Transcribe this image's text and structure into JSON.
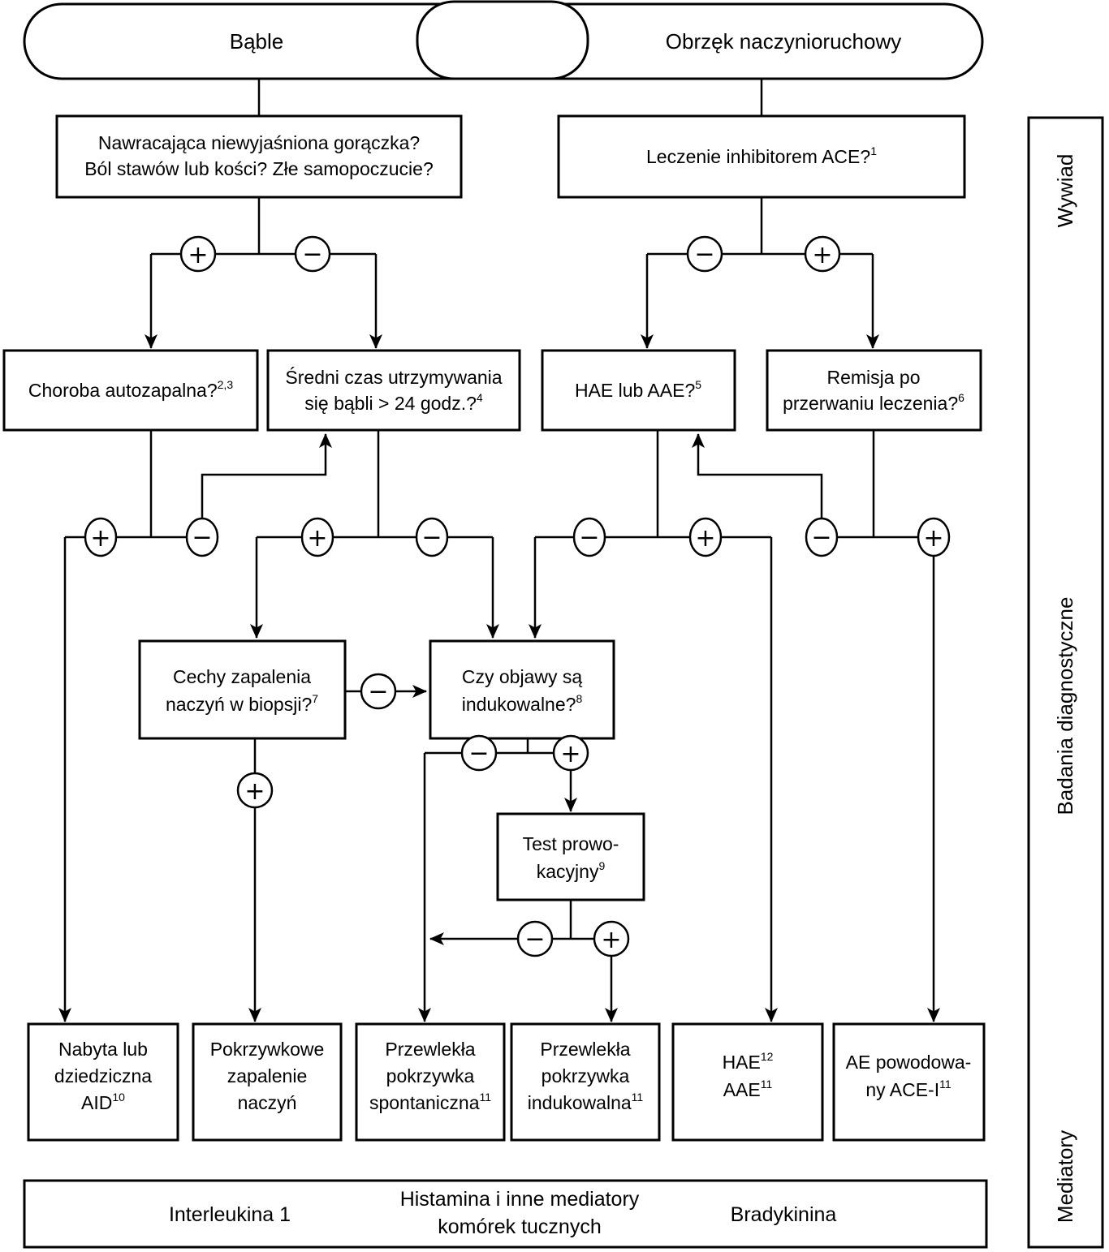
{
  "colors": {
    "ink": "#000000",
    "background": "#ffffff"
  },
  "signs": {
    "plus": "+",
    "minus": "−"
  },
  "header": {
    "left": "Bąble",
    "right": "Obrzęk naczynioruchowy"
  },
  "sidebar": {
    "sections": [
      {
        "label": "Wywiad"
      },
      {
        "label": "Badania diagnostyczne"
      },
      {
        "label": "Mediatory"
      }
    ]
  },
  "nodes": {
    "fever": {
      "line1": "Nawracająca niewyjaśniona gorączka?",
      "line2": "Ból stawów lub kości? Złe samopoczucie?"
    },
    "ace": {
      "label": "Leczenie inhibitorem ACE?",
      "sup": "1"
    },
    "autoinflammatory": {
      "label": "Choroba autozapalna?",
      "sup": "2,3"
    },
    "duration": {
      "line1": "Średni czas utrzymywania",
      "line2": "się bąbli > 24 godz.?",
      "sup": "4"
    },
    "hae": {
      "label": "HAE lub AAE?",
      "sup": "5"
    },
    "remission": {
      "line1": "Remisja po",
      "line2": "przerwaniu leczenia?",
      "sup": "6"
    },
    "biopsy": {
      "line1": "Cechy zapalenia",
      "line2": "naczyń w biopsji?",
      "sup": "7"
    },
    "inducible": {
      "line1": "Czy objawy są",
      "line2": "indukowalne?",
      "sup": "8"
    },
    "provocation": {
      "line1": "Test prowo-",
      "line2": "kacyjny",
      "sup": "9"
    },
    "aid": {
      "line1": "Nabyta lub",
      "line2": "dziedziczna",
      "line3": "AID",
      "sup": "10"
    },
    "vasculitis": {
      "line1": "Pokrzywkowe",
      "line2": "zapalenie",
      "line3": "naczyń"
    },
    "csu": {
      "line1": "Przewlekła",
      "line2": "pokrzywka",
      "line3": "spontaniczna",
      "sup": "11"
    },
    "cindu": {
      "line1": "Przewlekła",
      "line2": "pokrzywka",
      "line3": "indukowalna",
      "sup": "11"
    },
    "hae_aae_dx": {
      "line1": "HAE",
      "sup1": "12",
      "line2": "AAE",
      "sup2": "11"
    },
    "ae_acei": {
      "line1": "AE powodowa-",
      "line2": "ny ACE-I",
      "sup": "11"
    }
  },
  "mediators": {
    "interleukin": "Interleukina 1",
    "histamine_line1": "Histamina i inne mediatory",
    "histamine_line2": "komórek tucznych",
    "bradykinin": "Bradykinina"
  }
}
